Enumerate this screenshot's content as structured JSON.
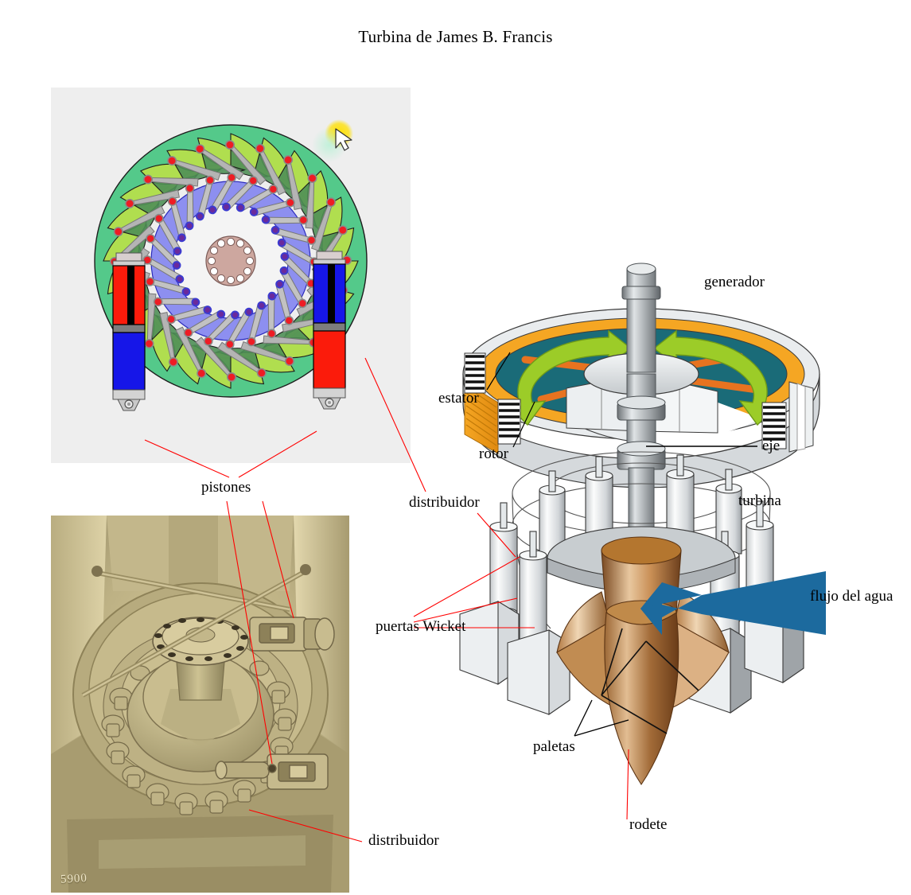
{
  "page": {
    "title": "Turbina de James B. Francis",
    "background": "#ffffff"
  },
  "colors": {
    "leader_red": "#ff0000",
    "leader_black": "#000000",
    "text": "#000000",
    "gate_ring_green": "#54c98a",
    "gate_ring_yellow_green": "#b9e04a",
    "gate_vane_dark_green": "#4f8f56",
    "gate_inner_blue": "#7b7ef0",
    "linkage_gray": "#b4b4b4",
    "pin_red": "#ee1c24",
    "pin_purple": "#6a2a9c",
    "hub_tan": "#cda79f",
    "piston_red": "#fb1b0b",
    "piston_blue": "#1616e8",
    "piston_rod_black": "#000000",
    "piston_band_gray": "#7d7d7d",
    "generator_orange": "#f58220",
    "generator_teal": "#1a6b78",
    "generator_arrow_green": "#9ccc28",
    "generator_lam_orange": "#f5a623",
    "shaft_gray": "#b8bcbe",
    "runner_bronze": "#c48a5a",
    "water_blue": "#1c6a9e",
    "photo_sepia": "#c9bc8c",
    "diagram_bg": "#eeeeee",
    "cursor_highlight_yellow": "#ffe000"
  },
  "labels": {
    "pistones": "pistones",
    "distribuidor_top": "distribuidor",
    "distribuidor_bottom": "distribuidor",
    "generador": "generador",
    "estator": "estator",
    "rotor": "rotor",
    "eje": "eje",
    "turbina": "turbina",
    "puertas_wicket": "puertas Wicket",
    "flujo_del_agua": "flujo del agua",
    "paletas": "paletas",
    "rodete": "rodete"
  },
  "photo": {
    "caption_number": "5900"
  },
  "icons": {
    "cursor": "mouse-cursor-icon"
  }
}
